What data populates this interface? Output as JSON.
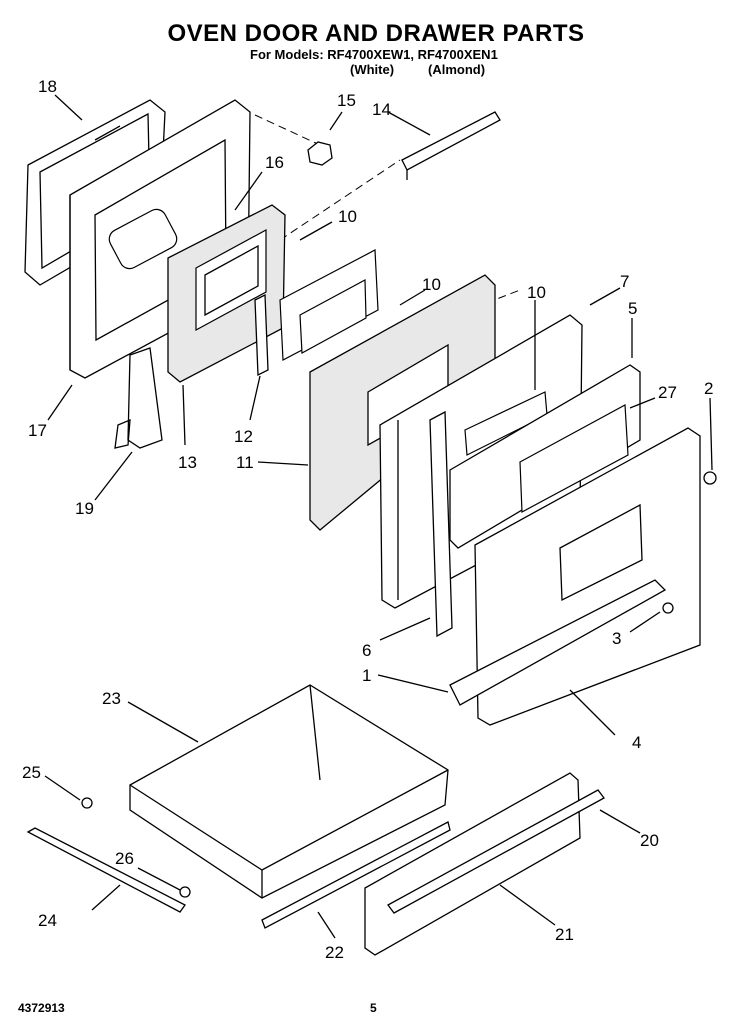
{
  "title": "OVEN DOOR AND DRAWER PARTS",
  "models_line": "For Models: RF4700XEW1, RF4700XEN1",
  "variant_white": "(White)",
  "variant_almond": "(Almond)",
  "footer_left": "4372913",
  "footer_page": "5",
  "callouts": {
    "c1": "1",
    "c2": "2",
    "c3": "3",
    "c4": "4",
    "c5": "5",
    "c6": "6",
    "c7": "7",
    "c10a": "10",
    "c10b": "10",
    "c10c": "10",
    "c11": "11",
    "c12": "12",
    "c13": "13",
    "c14": "14",
    "c15": "15",
    "c16": "16",
    "c17": "17",
    "c18": "18",
    "c19": "19",
    "c20": "20",
    "c21": "21",
    "c22": "22",
    "c23": "23",
    "c24": "24",
    "c25": "25",
    "c26": "26",
    "c27": "27"
  }
}
